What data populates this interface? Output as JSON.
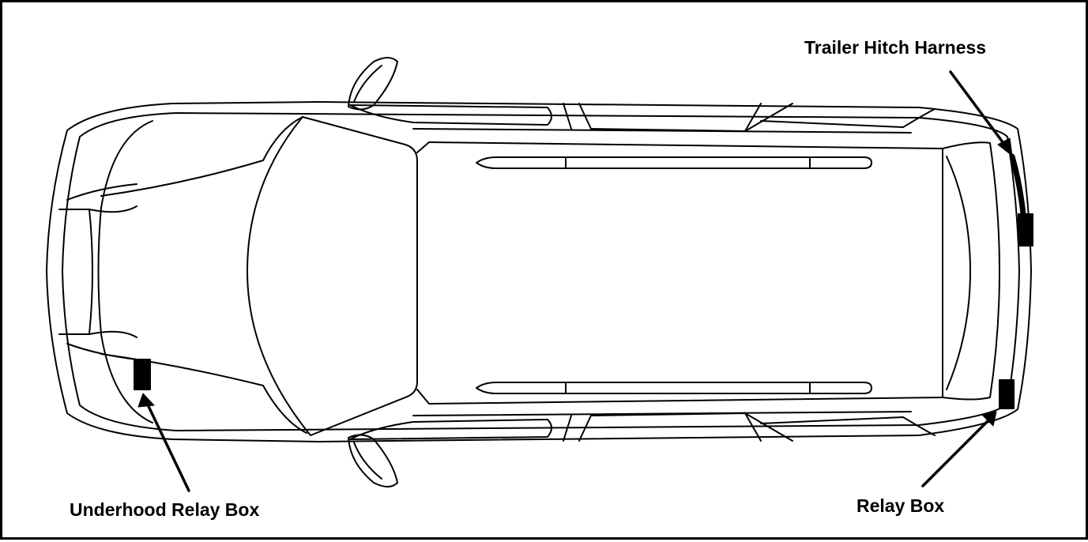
{
  "labels": {
    "trailer_hitch_harness": "Trailer Hitch Harness",
    "underhood_relay_box": "Underhood Relay Box",
    "relay_box": "Relay Box"
  },
  "colors": {
    "line": "#000000",
    "background": "#ffffff"
  }
}
